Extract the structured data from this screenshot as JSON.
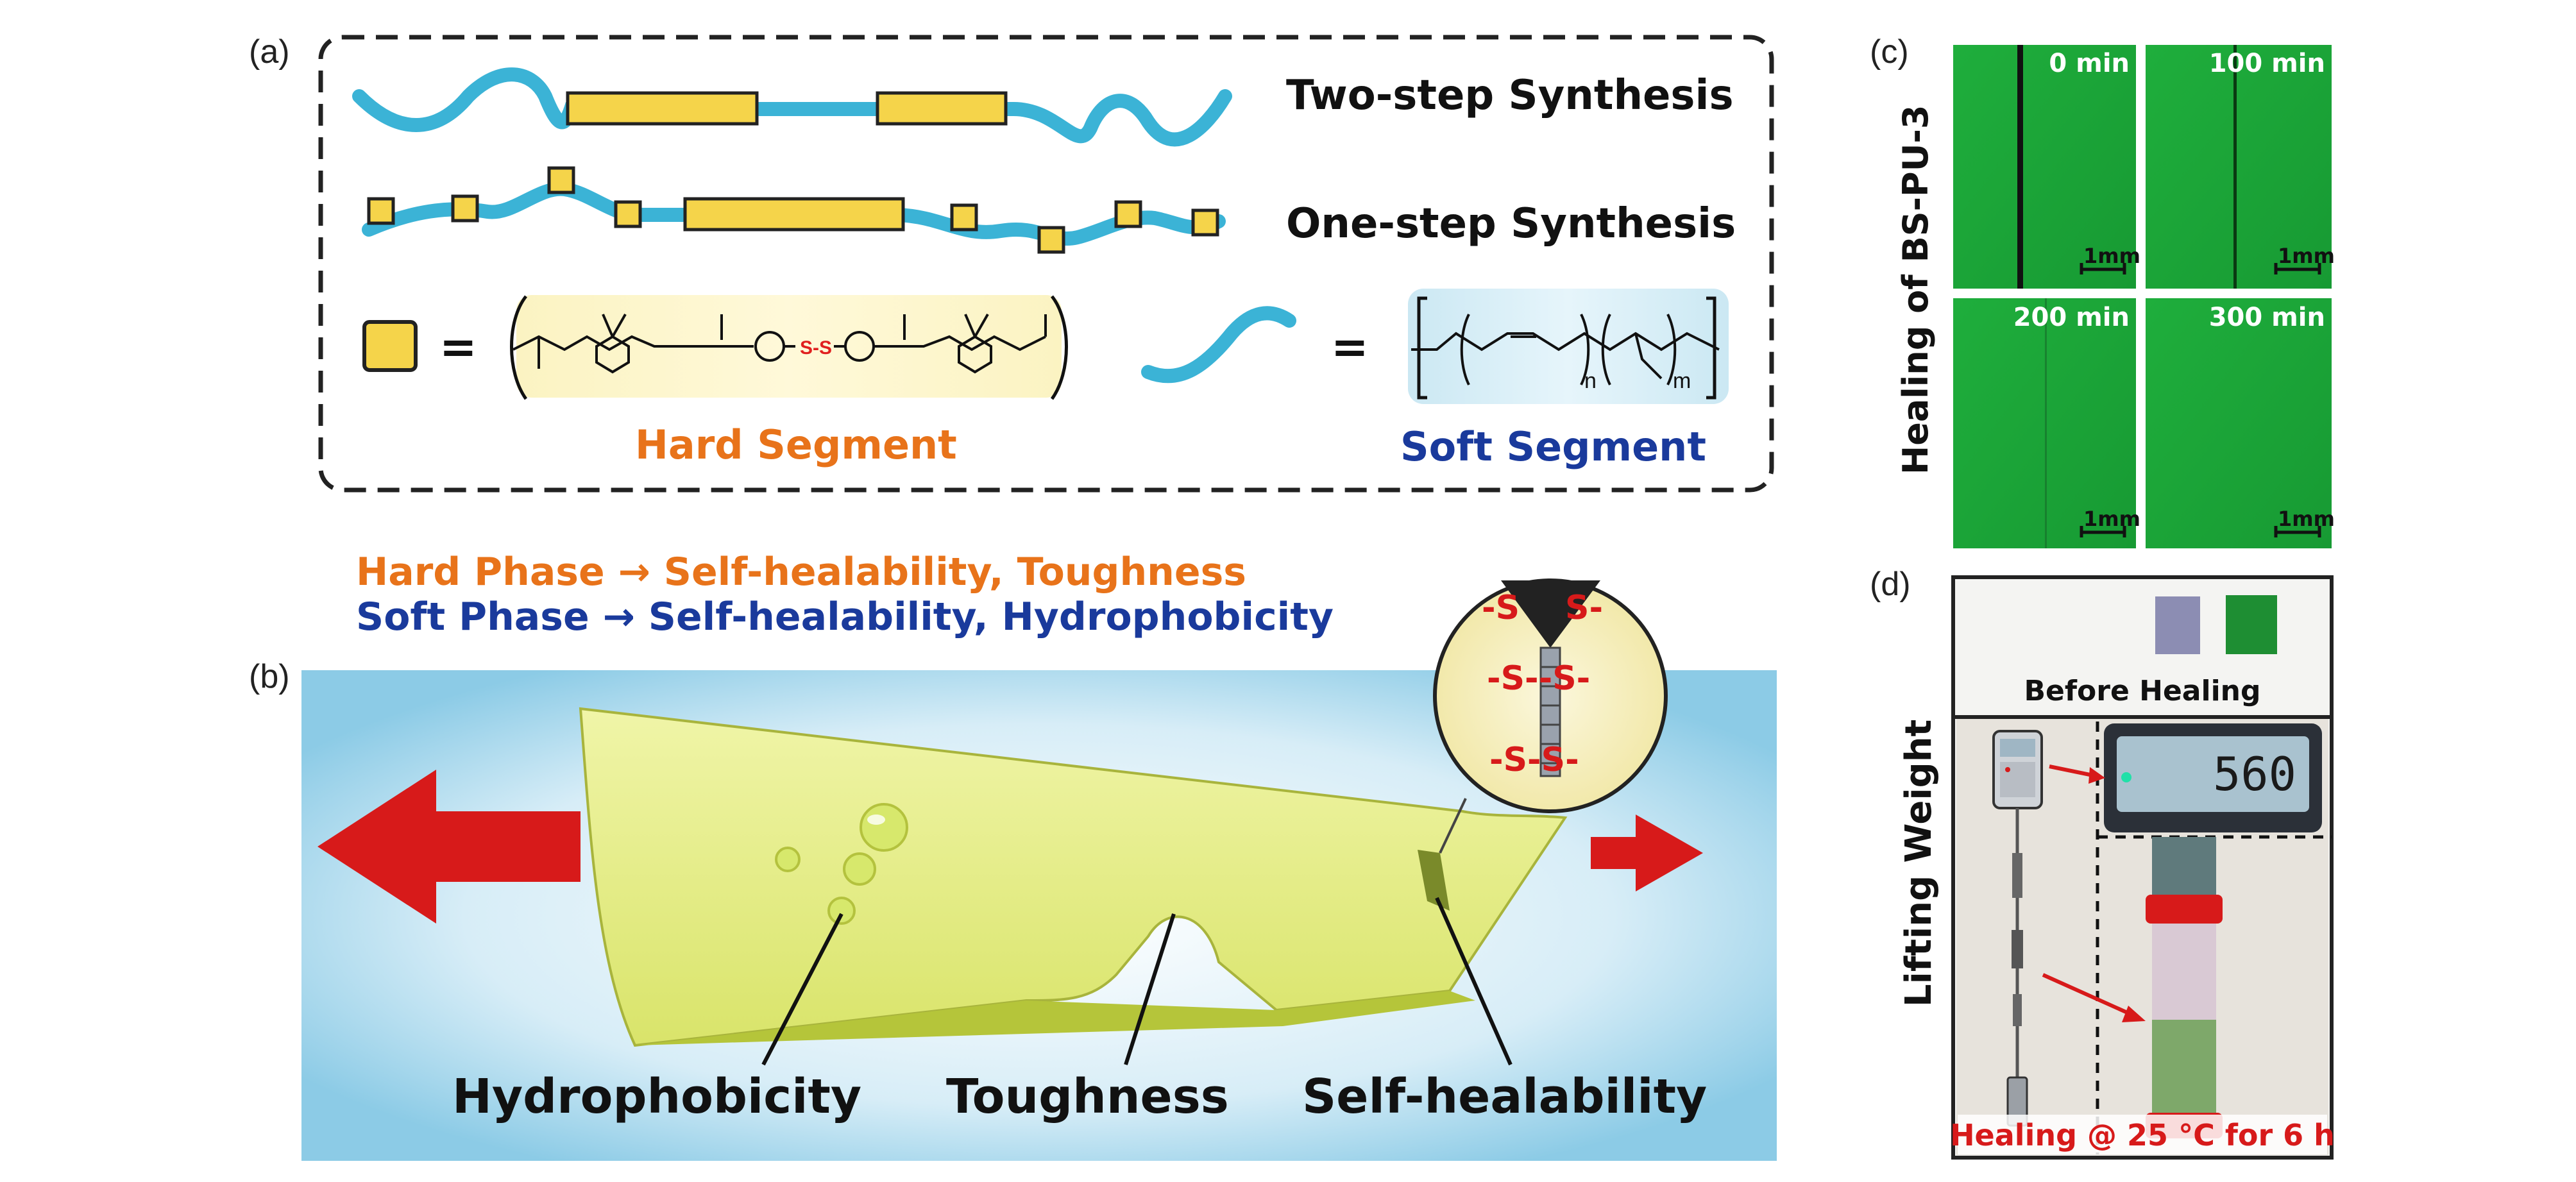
{
  "panels": {
    "a": {
      "label": "(a)",
      "two_step": "Two-step Synthesis",
      "one_step": "One-step Synthesis",
      "equals": "=",
      "hard_segment": "Hard Segment",
      "soft_segment": "Soft Segment",
      "disulfide": "S-S",
      "sub_n": "n",
      "sub_m": "m"
    },
    "b": {
      "label": "(b)",
      "hard_phase_line": "Hard Phase → Self-healability, Toughness",
      "soft_phase_line": "Soft Phase → Self-healability, Hydrophobicity",
      "hydrophobicity": "Hydrophobicity",
      "toughness": "Toughness",
      "self_healability": "Self-healability",
      "zipper_bonds": [
        "-S",
        "S-",
        "-S--S-",
        "-S-S-"
      ]
    },
    "c": {
      "label": "(c)",
      "side_label": "Healing of BS-PU-3",
      "times": [
        "0 min",
        "100 min",
        "200 min",
        "300 min"
      ],
      "scale": "1mm"
    },
    "d": {
      "label": "(d)",
      "side_label": "Lifting Weight",
      "before": "Before Healing",
      "scale_reading": "560",
      "healing": "Healing @ 25 °C for 6 h"
    }
  },
  "colors": {
    "chain_blue": "#3bb3d6",
    "hard_block": "#f5d44a",
    "hard_text": "#e8731a",
    "soft_text": "#1a3a9c",
    "film_yellow": "#e5ee88",
    "green_panel": "#1ea83a",
    "arrow_red": "#d71a1a"
  }
}
